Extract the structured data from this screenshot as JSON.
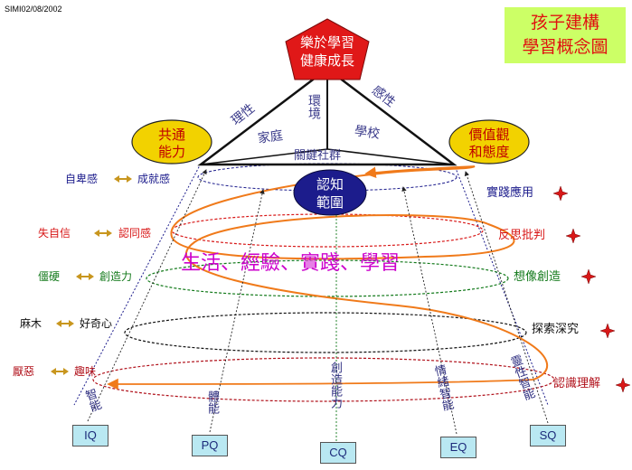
{
  "corner_code": "SIMI02/08/2002",
  "title": [
    "孩子建構",
    "學習概念圖"
  ],
  "apex": [
    "樂於學習",
    "健康成長"
  ],
  "left_oval": [
    "共通",
    "能力"
  ],
  "right_oval": [
    "價值觀",
    "和態度"
  ],
  "center_oval": [
    "認知",
    "範圍"
  ],
  "triangle": {
    "left_side": "理性",
    "right_side": "感性",
    "center": "環境",
    "home": "家庭",
    "school": "學校",
    "community": "關鍵社群"
  },
  "banner": "生活、經驗、實踐、學習",
  "left_pairs": [
    {
      "from": "自卑感",
      "to": "成就感",
      "color": "#1c1c8c"
    },
    {
      "from": "失自信",
      "to": "認同感",
      "color": "#d81818"
    },
    {
      "from": "僵硬",
      "to": "創造力",
      "color": "#137a1b"
    },
    {
      "from": "麻木",
      "to": "好奇心",
      "color": "#111111"
    },
    {
      "from": "厭惡",
      "to": "趣味",
      "color": "#b0101a"
    }
  ],
  "right_labels": [
    {
      "text": "實踐應用",
      "color": "#1c1c8c"
    },
    {
      "text": "反思批判",
      "color": "#d81818"
    },
    {
      "text": "想像創造",
      "color": "#137a1b"
    },
    {
      "text": "探索深究",
      "color": "#111111"
    },
    {
      "text": "認識理解",
      "color": "#b0101a"
    }
  ],
  "columns": [
    {
      "code": "IQ",
      "label": "智能"
    },
    {
      "code": "PQ",
      "label": "體能"
    },
    {
      "code": "CQ",
      "label": "創造能力"
    },
    {
      "code": "EQ",
      "label": "情緒智能"
    },
    {
      "code": "SQ",
      "label": "靈性智能"
    }
  ],
  "colors": {
    "pentagon": "#e01818",
    "side_oval": "#f2d200",
    "center_oval": "#1c1c8c",
    "title_bg": "#ccff66",
    "spiral": "#f07a1a",
    "box": "#b9e8f2",
    "arrow": "#c8961e"
  },
  "icons": [
    "double-arrow-icon",
    "sparkle-icon"
  ]
}
